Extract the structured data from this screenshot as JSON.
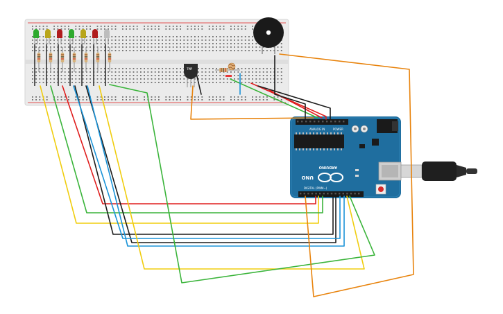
{
  "colors": {
    "background": "#ffffff",
    "breadboard": "#ebebeb",
    "breadboard_edge": "#d5d5d5",
    "board": "#1f6e9f",
    "board_dark": "#16557c",
    "wire_red": "#e01e1e",
    "wire_black": "#1b1b1b",
    "wire_green": "#3ab43a",
    "wire_blue": "#1a93d8",
    "wire_yellow": "#f0cd0e",
    "wire_orange": "#e8830c",
    "led_green": "#2eaa2e",
    "led_yellow": "#b8a51a",
    "led_red": "#b01c1c",
    "led_white": "#bdbdbd",
    "buzzer": "#1a1a1a",
    "sensor": "#2b2b2b"
  },
  "leds": [
    "green",
    "yellow",
    "red",
    "green",
    "yellow",
    "red",
    "white"
  ],
  "components": {
    "temp_sensor_label": "TMP",
    "ldr_icon": "photoresistor-icon",
    "buzzer_icon": "piezo-buzzer-icon",
    "usb_icon": "usb-cable-icon"
  },
  "arduino": {
    "model": "UNO",
    "brand_label": "ARDUINO",
    "power_header_label": "POWER",
    "analog_header_label": "ANALOG IN",
    "digital_header_label": "DIGITAL (PWM~)"
  }
}
